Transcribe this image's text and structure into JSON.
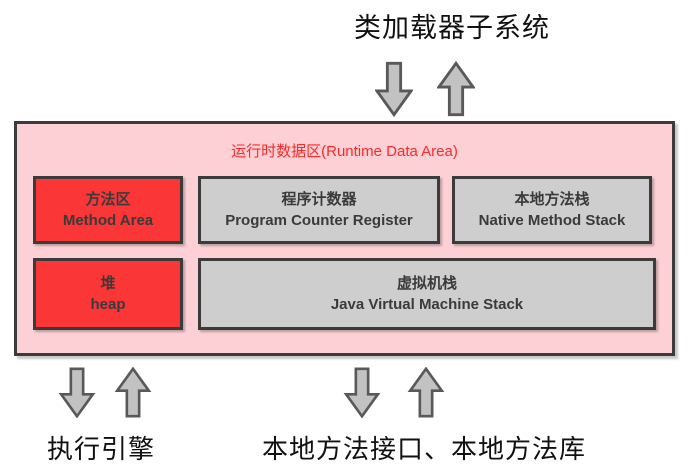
{
  "labels": {
    "top": "类加载器子系统",
    "bottom_left": "执行引擎",
    "bottom_middle": "本地方法接口、本地方法库"
  },
  "runtime_area": {
    "title": "运行时数据区(Runtime Data Area)",
    "boxes": [
      {
        "zh": "方法区",
        "en": "Method Area",
        "style": "red"
      },
      {
        "zh": "程序计数器",
        "en": "Program Counter Register",
        "style": "gray"
      },
      {
        "zh": "本地方法栈",
        "en": "Native Method Stack",
        "style": "gray"
      },
      {
        "zh": "堆",
        "en": "heap",
        "style": "red"
      },
      {
        "zh": "虚拟机栈",
        "en": "Java Virtual Machine Stack",
        "style": "gray"
      }
    ]
  },
  "icons": {
    "arrow_down": "block-arrow-down",
    "arrow_up": "block-arrow-up"
  },
  "colors": {
    "background_pink": "#fcd0d4",
    "runtime_title_red": "#fb2a2a",
    "box_red": "#fa3636",
    "box_gray": "#cecece",
    "border_dark": "#3b3b3b",
    "arrow_fill": "#c2c2c2",
    "arrow_stroke": "#595959"
  }
}
